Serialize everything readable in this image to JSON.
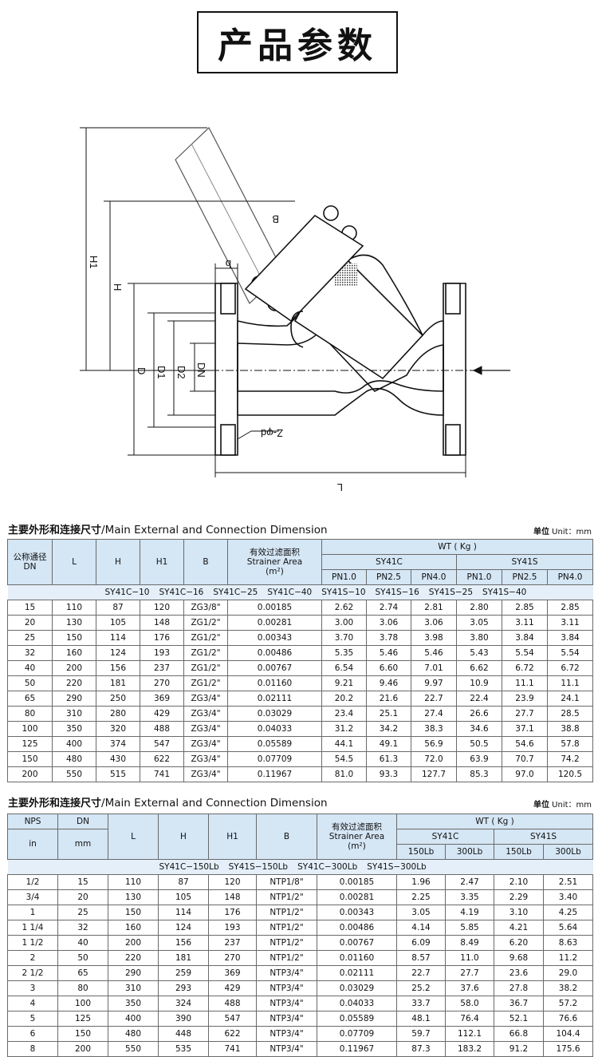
{
  "page_title": "产品参数",
  "drawing_labels": {
    "H1": "H1",
    "H": "H",
    "B": "B",
    "b": "b",
    "D": "D",
    "D1": "D1",
    "D2": "D2",
    "DN": "DN",
    "L": "L",
    "nd": "Z-φd"
  },
  "colors": {
    "header_bg": "#d5e6f5",
    "model_bg": "#e4eff9",
    "line": "#111111"
  },
  "table1": {
    "section_title_cn": "主要外形和连接尺寸",
    "section_title_en": "/Main External and Connection Dimension",
    "unit_cn": "单位",
    "unit_en": "Unit：mm",
    "headers": {
      "dn_cn": "公称通径",
      "dn": "DN",
      "L": "L",
      "H": "H",
      "H1": "H1",
      "B": "B",
      "area_cn": "有效过滤面积",
      "area_en": "Strainer Area",
      "area_unit": "(m²)",
      "wt": "WT ( Kg )",
      "sy41c": "SY41C",
      "sy41s": "SY41S",
      "pn": [
        "PN1.0",
        "PN2.5",
        "PN4.0",
        "PN1.0",
        "PN2.5",
        "PN4.0"
      ]
    },
    "models": [
      "SY41C−10",
      "SY41C−16",
      "SY41C−25",
      "SY41C−40",
      "SY41S−10",
      "SY41S−16",
      "SY41S−25",
      "SY41S−40"
    ],
    "rows": [
      [
        "15",
        "110",
        "87",
        "120",
        "ZG3/8\"",
        "0.00185",
        "2.62",
        "2.74",
        "2.81",
        "2.80",
        "2.85",
        "2.85"
      ],
      [
        "20",
        "130",
        "105",
        "148",
        "ZG1/2\"",
        "0.00281",
        "3.00",
        "3.06",
        "3.06",
        "3.05",
        "3.11",
        "3.11"
      ],
      [
        "25",
        "150",
        "114",
        "176",
        "ZG1/2\"",
        "0.00343",
        "3.70",
        "3.78",
        "3.98",
        "3.80",
        "3.84",
        "3.84"
      ],
      [
        "32",
        "160",
        "124",
        "193",
        "ZG1/2\"",
        "0.00486",
        "5.35",
        "5.46",
        "5.46",
        "5.43",
        "5.54",
        "5.54"
      ],
      [
        "40",
        "200",
        "156",
        "237",
        "ZG1/2\"",
        "0.00767",
        "6.54",
        "6.60",
        "7.01",
        "6.62",
        "6.72",
        "6.72"
      ],
      [
        "50",
        "220",
        "181",
        "270",
        "ZG1/2\"",
        "0.01160",
        "9.21",
        "9.46",
        "9.97",
        "10.9",
        "11.1",
        "11.1"
      ],
      [
        "65",
        "290",
        "250",
        "369",
        "ZG3/4\"",
        "0.02111",
        "20.2",
        "21.6",
        "22.7",
        "22.4",
        "23.9",
        "24.1"
      ],
      [
        "80",
        "310",
        "280",
        "429",
        "ZG3/4\"",
        "0.03029",
        "23.4",
        "25.1",
        "27.4",
        "26.6",
        "27.7",
        "28.5"
      ],
      [
        "100",
        "350",
        "320",
        "488",
        "ZG3/4\"",
        "0.04033",
        "31.2",
        "34.2",
        "38.3",
        "34.6",
        "37.1",
        "38.8"
      ],
      [
        "125",
        "400",
        "374",
        "547",
        "ZG3/4\"",
        "0.05589",
        "44.1",
        "49.1",
        "56.9",
        "50.5",
        "54.6",
        "57.8"
      ],
      [
        "150",
        "480",
        "430",
        "622",
        "ZG3/4\"",
        "0.07709",
        "54.5",
        "61.3",
        "72.0",
        "63.9",
        "70.7",
        "74.2"
      ],
      [
        "200",
        "550",
        "515",
        "741",
        "ZG3/4\"",
        "0.11967",
        "81.0",
        "93.3",
        "127.7",
        "85.3",
        "97.0",
        "120.5"
      ]
    ]
  },
  "table2": {
    "section_title_cn": "主要外形和连接尺寸",
    "section_title_en": "/Main External and Connection Dimension",
    "unit_cn": "单位",
    "unit_en": "Unit：mm",
    "headers": {
      "nps": "NPS",
      "in": "in",
      "dn": "DN",
      "mm": "mm",
      "L": "L",
      "H": "H",
      "H1": "H1",
      "B": "B",
      "area_cn": "有效过滤面积",
      "area_en": "Strainer Area",
      "area_unit": "(m²)",
      "wt": "WT ( Kg )",
      "sy41c": "SY41C",
      "sy41s": "SY41S",
      "lb": [
        "150Lb",
        "300Lb",
        "150Lb",
        "300Lb"
      ]
    },
    "models": [
      "SY41C−150Lb",
      "SY41S−150Lb",
      "SY41C−300Lb",
      "SY41S−300Lb"
    ],
    "rows": [
      [
        "1/2",
        "15",
        "110",
        "87",
        "120",
        "NTP1/8\"",
        "0.00185",
        "1.96",
        "2.47",
        "2.10",
        "2.51"
      ],
      [
        "3/4",
        "20",
        "130",
        "105",
        "148",
        "NTP1/2\"",
        "0.00281",
        "2.25",
        "3.35",
        "2.29",
        "3.40"
      ],
      [
        "1",
        "25",
        "150",
        "114",
        "176",
        "NTP1/2\"",
        "0.00343",
        "3.05",
        "4.19",
        "3.10",
        "4.25"
      ],
      [
        "1 1/4",
        "32",
        "160",
        "124",
        "193",
        "NTP1/2\"",
        "0.00486",
        "4.14",
        "5.85",
        "4.21",
        "5.64"
      ],
      [
        "1 1/2",
        "40",
        "200",
        "156",
        "237",
        "NTP1/2\"",
        "0.00767",
        "6.09",
        "8.49",
        "6.20",
        "8.63"
      ],
      [
        "2",
        "50",
        "220",
        "181",
        "270",
        "NTP1/2\"",
        "0.01160",
        "8.57",
        "11.0",
        "9.68",
        "11.2"
      ],
      [
        "2 1/2",
        "65",
        "290",
        "259",
        "369",
        "NTP3/4\"",
        "0.02111",
        "22.7",
        "27.7",
        "23.6",
        "29.0"
      ],
      [
        "3",
        "80",
        "310",
        "293",
        "429",
        "NTP3/4\"",
        "0.03029",
        "25.2",
        "37.6",
        "27.8",
        "38.2"
      ],
      [
        "4",
        "100",
        "350",
        "324",
        "488",
        "NTP3/4\"",
        "0.04033",
        "33.7",
        "58.0",
        "36.7",
        "57.2"
      ],
      [
        "5",
        "125",
        "400",
        "390",
        "547",
        "NTP3/4\"",
        "0.05589",
        "48.1",
        "76.4",
        "52.1",
        "76.6"
      ],
      [
        "6",
        "150",
        "480",
        "448",
        "622",
        "NTP3/4\"",
        "0.07709",
        "59.7",
        "112.1",
        "66.8",
        "104.4"
      ],
      [
        "8",
        "200",
        "550",
        "535",
        "741",
        "NTP3/4\"",
        "0.11967",
        "87.3",
        "183.2",
        "91.2",
        "175.6"
      ]
    ]
  }
}
